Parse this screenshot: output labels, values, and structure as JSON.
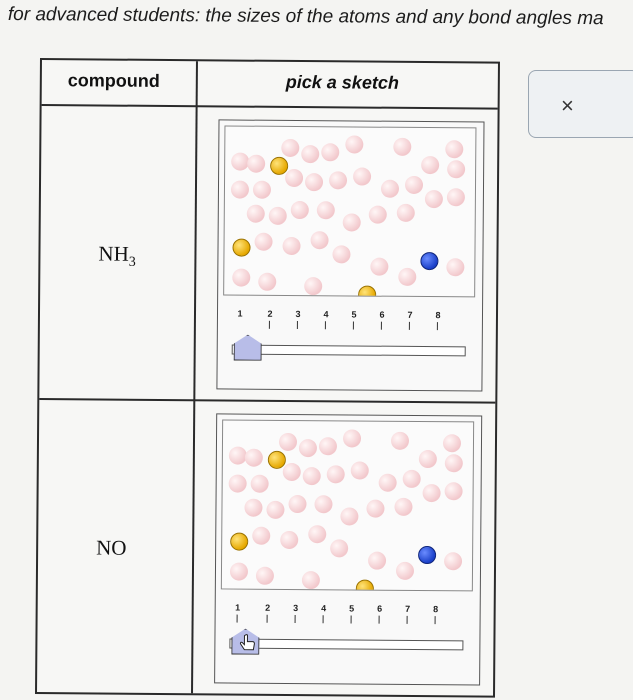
{
  "intro_text": "for advanced students: the sizes of the atoms and any bond angles ma",
  "table": {
    "headers": {
      "compound": "compound",
      "sketch": "pick a sketch"
    },
    "rows": [
      {
        "compound_main": "NH",
        "compound_sub": "3"
      },
      {
        "compound_main": "NO",
        "compound_sub": ""
      }
    ]
  },
  "slider": {
    "tick_labels": [
      "1",
      "2",
      "3",
      "4",
      "5",
      "6",
      "7",
      "8"
    ],
    "selected_value": 1
  },
  "close_button_label": "×",
  "colors": {
    "pink_atom": "#f2c8cc",
    "gold_atom": "#e6a800",
    "blue_atom": "#1a3fc8",
    "slider_thumb": "#b8bde8"
  },
  "icons": [
    "close-icon",
    "hand-cursor-icon"
  ]
}
